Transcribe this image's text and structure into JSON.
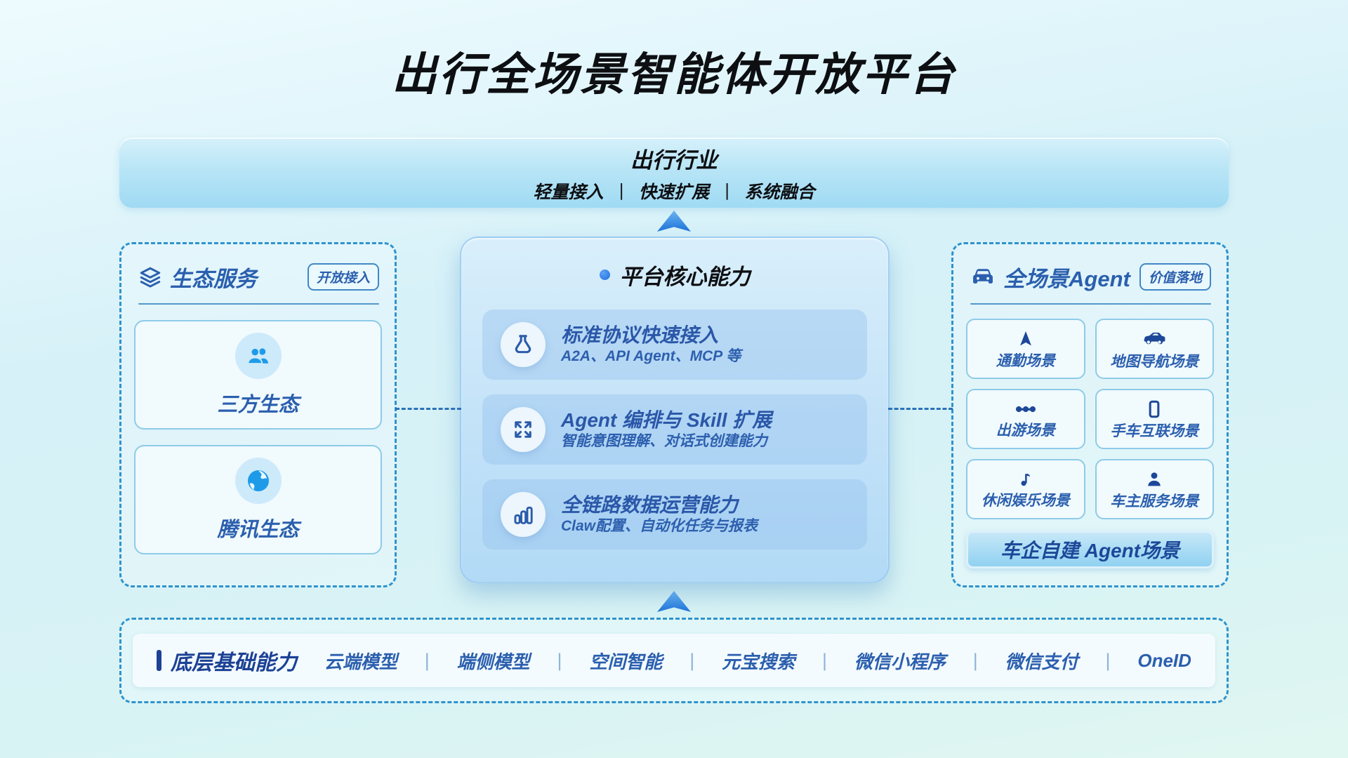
{
  "page": {
    "title": "出行全场景智能体开放平台"
  },
  "banner": {
    "title": "出行行业",
    "features": [
      "轻量接入",
      "快速扩展",
      "系统融合"
    ],
    "separator": "|"
  },
  "eco_panel": {
    "title": "生态服务",
    "badge": "开放接入",
    "cards": [
      {
        "label": "三方生态",
        "icon": "users-icon"
      },
      {
        "label": "腾讯生态",
        "icon": "globe-icon"
      }
    ]
  },
  "core_panel": {
    "title": "平台核心能力",
    "features": [
      {
        "icon": "flask-icon",
        "title": "标准协议快速接入",
        "subtitle": "A2A、API Agent、MCP 等"
      },
      {
        "icon": "expand-icon",
        "title": "Agent 编排与 Skill 扩展",
        "subtitle": "智能意图理解、对话式创建能力"
      },
      {
        "icon": "bar-chart-icon",
        "title": "全链路数据运营能力",
        "subtitle": "Claw配置、自动化任务与报表"
      }
    ]
  },
  "agent_panel": {
    "title": "全场景Agent",
    "badge": "价值落地",
    "cells": [
      {
        "label": "通勤场景",
        "icon": "navigation-icon"
      },
      {
        "label": "地图导航场景",
        "icon": "car-side-icon"
      },
      {
        "label": "出游场景",
        "icon": "route-icon"
      },
      {
        "label": "手车互联场景",
        "icon": "smartphone-icon"
      },
      {
        "label": "休闲娱乐场景",
        "icon": "music-note-icon"
      },
      {
        "label": "车主服务场景",
        "icon": "user-icon"
      }
    ],
    "footer": "车企自建 Agent场景"
  },
  "base_panel": {
    "title": "底层基础能力",
    "separator": "|",
    "items": [
      "云端模型",
      "端侧模型",
      "空间智能",
      "元宝搜索",
      "微信小程序",
      "微信支付",
      "OneID"
    ]
  },
  "colors": {
    "accent_blue": "#2b5fae",
    "icon_navy": "#1d4899",
    "light_icon_blue": "#1e9be8",
    "dashed_border": "#2f93cc",
    "banner_top": "#d6f1fb",
    "banner_bottom": "#9fdaf3",
    "core_panel_top": "#d9effb",
    "core_panel_bottom": "#b2daf6",
    "page_bg": "#d6f1f8"
  }
}
